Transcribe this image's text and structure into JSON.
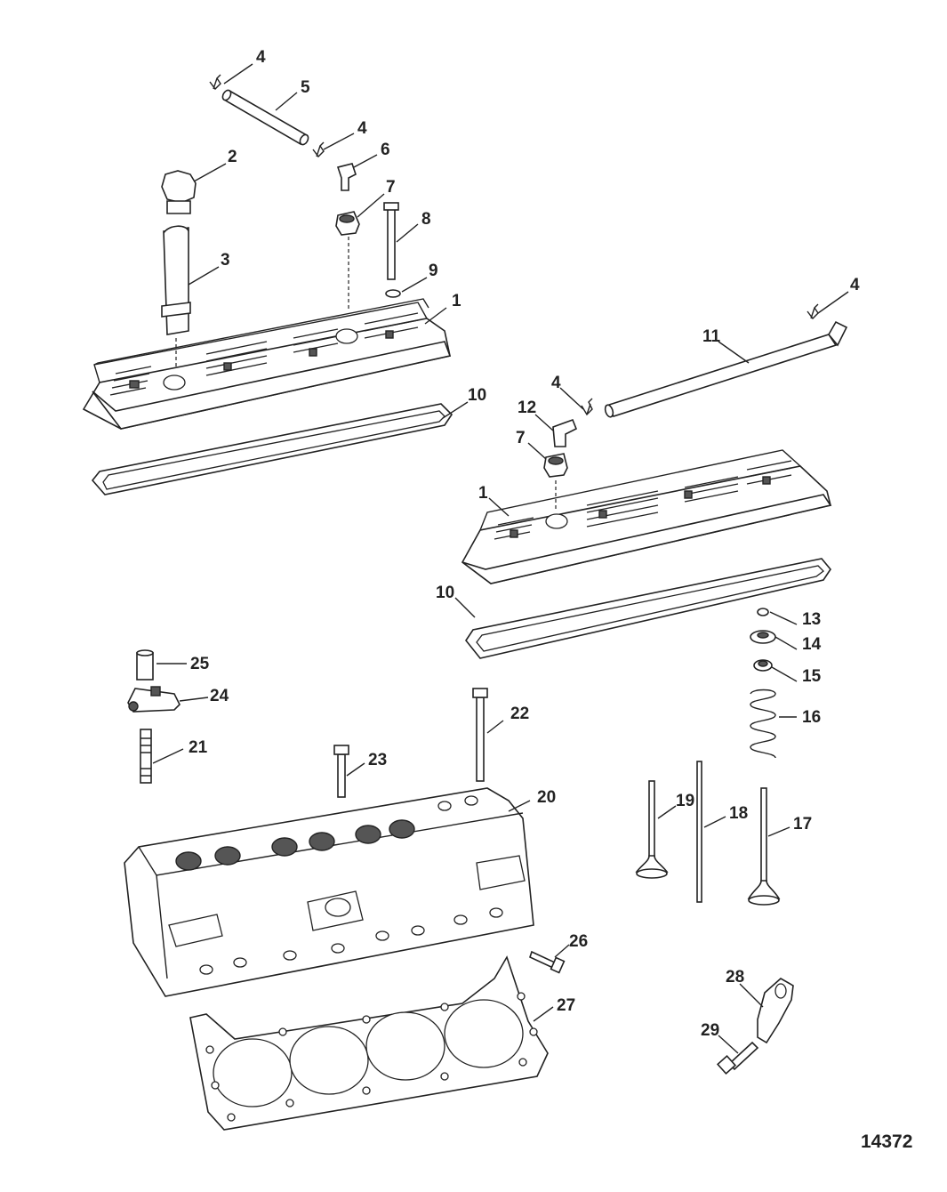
{
  "figure_number": "14372",
  "callouts": [
    {
      "id": "c4a",
      "text": "4"
    },
    {
      "id": "c5",
      "text": "5"
    },
    {
      "id": "c4b",
      "text": "4"
    },
    {
      "id": "c6",
      "text": "6"
    },
    {
      "id": "c2",
      "text": "2"
    },
    {
      "id": "c7a",
      "text": "7"
    },
    {
      "id": "c8",
      "text": "8"
    },
    {
      "id": "c3",
      "text": "3"
    },
    {
      "id": "c9",
      "text": "9"
    },
    {
      "id": "c1a",
      "text": "1"
    },
    {
      "id": "c4c",
      "text": "4"
    },
    {
      "id": "c11",
      "text": "11"
    },
    {
      "id": "c10a",
      "text": "10"
    },
    {
      "id": "c4d",
      "text": "4"
    },
    {
      "id": "c12",
      "text": "12"
    },
    {
      "id": "c7b",
      "text": "7"
    },
    {
      "id": "c1b",
      "text": "1"
    },
    {
      "id": "c10b",
      "text": "10"
    },
    {
      "id": "c13",
      "text": "13"
    },
    {
      "id": "c14",
      "text": "14"
    },
    {
      "id": "c25",
      "text": "25"
    },
    {
      "id": "c15",
      "text": "15"
    },
    {
      "id": "c24",
      "text": "24"
    },
    {
      "id": "c16",
      "text": "16"
    },
    {
      "id": "c22",
      "text": "22"
    },
    {
      "id": "c21",
      "text": "21"
    },
    {
      "id": "c23",
      "text": "23"
    },
    {
      "id": "c20",
      "text": "20"
    },
    {
      "id": "c19",
      "text": "19"
    },
    {
      "id": "c18",
      "text": "18"
    },
    {
      "id": "c17",
      "text": "17"
    },
    {
      "id": "c26",
      "text": "26"
    },
    {
      "id": "c27",
      "text": "27"
    },
    {
      "id": "c28",
      "text": "28"
    },
    {
      "id": "c29",
      "text": "29"
    }
  ]
}
